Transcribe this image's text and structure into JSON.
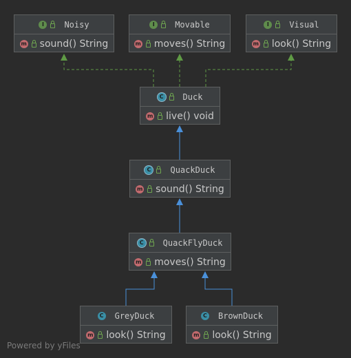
{
  "diagram": {
    "nodes": {
      "noisy": {
        "name": "Noisy",
        "kind_badge": "I",
        "member_badge": "m",
        "member": "sound() String"
      },
      "movable": {
        "name": "Movable",
        "kind_badge": "I",
        "member_badge": "m",
        "member": "moves() String"
      },
      "visual": {
        "name": "Visual",
        "kind_badge": "I",
        "member_badge": "m",
        "member": "look() String"
      },
      "duck": {
        "name": "Duck",
        "kind_badge": "C",
        "member_badge": "m",
        "member": "live() void"
      },
      "quackduck": {
        "name": "QuackDuck",
        "kind_badge": "C",
        "member_badge": "m",
        "member": "sound() String"
      },
      "quackflyduck": {
        "name": "QuackFlyDuck",
        "kind_badge": "C",
        "member_badge": "m",
        "member": "moves() String"
      },
      "greyduck": {
        "name": "GreyDuck",
        "kind_badge": "C",
        "member_badge": "m",
        "member": "look() String"
      },
      "brownduck": {
        "name": "BrownDuck",
        "kind_badge": "C",
        "member_badge": "m",
        "member": "look() String"
      }
    }
  },
  "footer": {
    "text": "Powered by yFiles"
  },
  "colors": {
    "background": "#2b2b2b",
    "node_fill": "#3c3f41",
    "node_border": "#5e6060",
    "interface_badge": "#5f8c4c",
    "class_badge": "#3a8fa6",
    "method_badge": "#c26a6e",
    "realization_edge": "#5f9a45",
    "inheritance_edge": "#4a90d9"
  }
}
